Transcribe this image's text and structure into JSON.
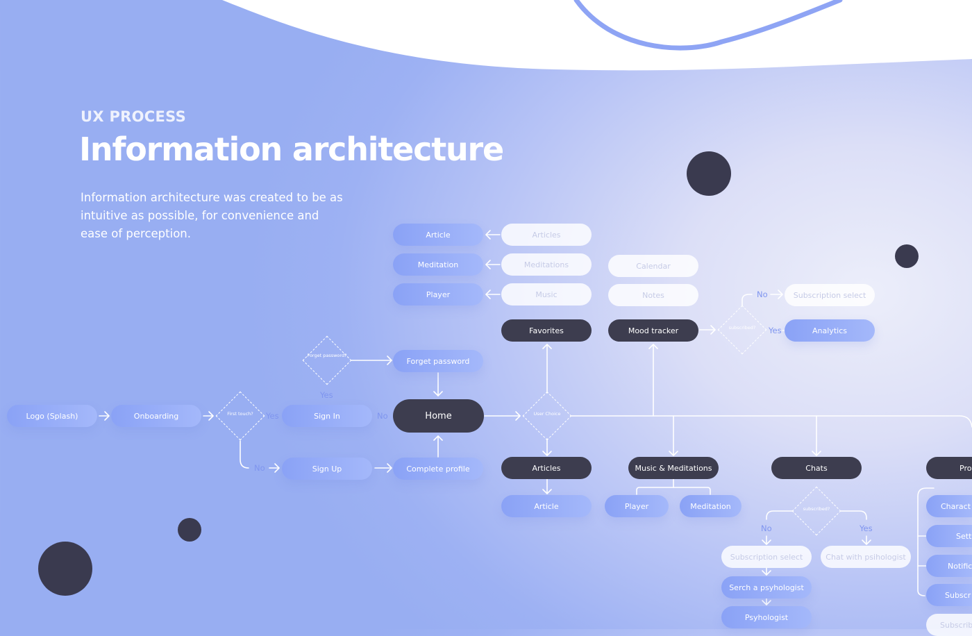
{
  "header": {
    "eyebrow": "UX PROCESS",
    "title": "Information architecture",
    "description": "Information architecture was created to be as intuitive as possible, for convenience and ease of perception."
  },
  "nodes": {
    "logo_splash": "Logo (Splash)",
    "onboarding": "Onboarding",
    "sign_in": "Sign In",
    "sign_up": "Sign Up",
    "forget_password": "Forget password",
    "home": "Home",
    "complete_profile": "Complete profile",
    "article_top": "Article",
    "meditation_top": "Meditation",
    "player_top": "Player",
    "articles_light": "Articles",
    "meditations_light": "Meditations",
    "music_light": "Music",
    "favorites": "Favorites",
    "calendar": "Calendar",
    "notes": "Notes",
    "mood_tracker": "Mood tracker",
    "subscription_select_top": "Subscription select",
    "analytics": "Analytics",
    "articles": "Articles",
    "article_bottom": "Article",
    "music_meditations": "Music & Meditations",
    "player_bottom": "Player",
    "meditation_bottom": "Meditation",
    "chats": "Chats",
    "subscription_select_bottom": "Subscription select",
    "chat_with_psihologist": "Chat with psihologist",
    "serch_psyhologist": "Serch a psyhologist",
    "psyhologist": "Psyhologist",
    "profile_partial": "Pro",
    "characteristics_partial": "Charact",
    "settings_partial": "Setti",
    "notifications_partial": "Notific",
    "subscription_partial": "Subscr",
    "subscription_light_partial": "Subscrib"
  },
  "decisions": {
    "first_touch": "First touch?",
    "forget_password": "Forget password?",
    "user_choice": "User Choice",
    "subscribed_top": "subscribed?",
    "subscribed_chats": "subscribed?"
  },
  "labels": {
    "yes": "Yes",
    "no": "No"
  },
  "colors": {
    "accent_blue": "#8aa2f6",
    "dark_node": "#3d3d4f",
    "label_blue": "#7f95ef"
  }
}
